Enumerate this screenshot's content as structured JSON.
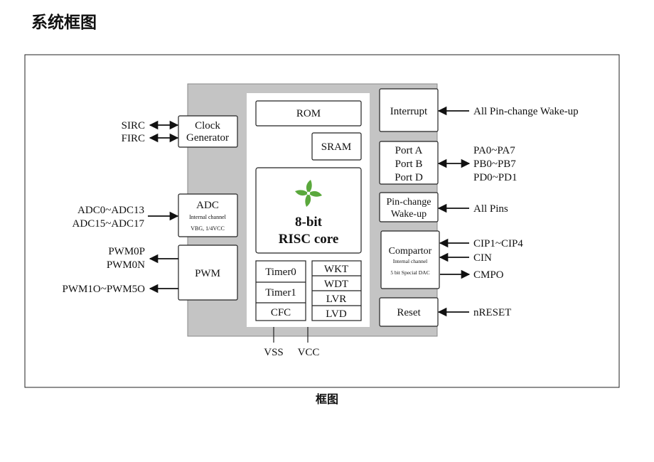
{
  "heading": "系统框图",
  "caption": "框图",
  "core": {
    "rom": "ROM",
    "sram": "SRAM",
    "cpu_line1": "8-bit",
    "cpu_line2": "RISC core",
    "timer0": "Timer0",
    "timer1": "Timer1",
    "cfc": "CFC",
    "wkt": "WKT",
    "wdt": "WDT",
    "lvr": "LVR",
    "lvd": "LVD"
  },
  "left_blocks": {
    "clock_line1": "Clock",
    "clock_line2": "Generator",
    "adc_title": "ADC",
    "adc_sub1": "Internal channel",
    "adc_sub2": "VBG, 1/4VCC",
    "pwm": "PWM"
  },
  "right_blocks": {
    "interrupt": "Interrupt",
    "port_a": "Port A",
    "port_b": "Port B",
    "port_d": "Port D",
    "pinchange_line1": "Pin-change",
    "pinchange_line2": "Wake-up",
    "comp_title": "Compartor",
    "comp_sub1": "Internal channel",
    "comp_sub2": "5 bit Special DAC",
    "reset": "Reset"
  },
  "signals": {
    "sirc": "SIRC",
    "firc": "FIRC",
    "adc_a": "ADC0~ADC13",
    "adc_b": "ADC15~ADC17",
    "pwm0p": "PWM0P",
    "pwm0n": "PWM0N",
    "pwm1o": "PWM1O~PWM5O",
    "all_pin_change": "All Pin-change Wake-up",
    "pa": "PA0~PA7",
    "pb": "PB0~PB7",
    "pd": "PD0~PD1",
    "all_pins": "All Pins",
    "cip": "CIP1~CIP4",
    "cin": "CIN",
    "cmpo": "CMPO",
    "nreset": "nRESET",
    "vss": "VSS",
    "vcc": "VCC"
  },
  "colors": {
    "chip_fill": "#c4c4c4",
    "logo_green": "#5aa83c"
  }
}
